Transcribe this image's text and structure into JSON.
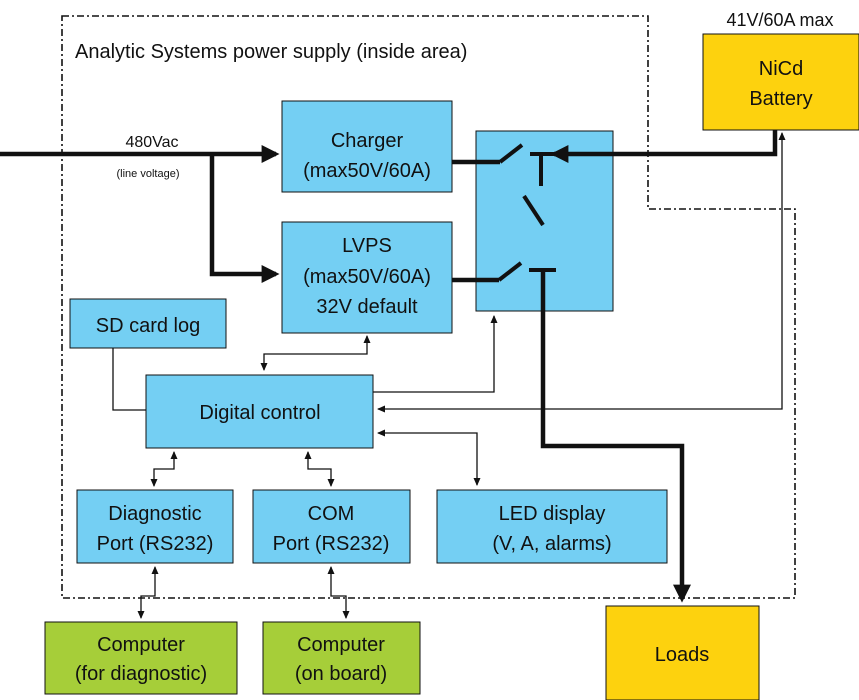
{
  "title": "Analytic Systems power supply (inside area)",
  "colors": {
    "module_fill": "#74CFF3",
    "battery_fill": "#FDD20E",
    "loads_fill": "#FDD20E",
    "computer_fill": "#A6CE39",
    "line": "#111111"
  },
  "input": {
    "label": "480Vac",
    "sublabel": "(line voltage)"
  },
  "charger": {
    "line1": "Charger",
    "line2": "(max50V/60A)"
  },
  "lvps": {
    "line1": "LVPS",
    "line2": "(max50V/60A)",
    "line3": "32V default"
  },
  "sd_log": {
    "label": "SD card log"
  },
  "digital_control": {
    "label": "Digital control"
  },
  "diag_port": {
    "line1": "Diagnostic",
    "line2": "Port (RS232)"
  },
  "com_port": {
    "line1": "COM",
    "line2": "Port (RS232)"
  },
  "led_display": {
    "line1": "LED display",
    "line2": "(V, A, alarms)"
  },
  "battery": {
    "rating": "41V/60A max",
    "line1": "NiCd",
    "line2": "Battery"
  },
  "loads": {
    "label": "Loads"
  },
  "computer_diag": {
    "line1": "Computer",
    "line2": "(for diagnostic)"
  },
  "computer_onboard": {
    "line1": "Computer",
    "line2": "(on board)"
  }
}
